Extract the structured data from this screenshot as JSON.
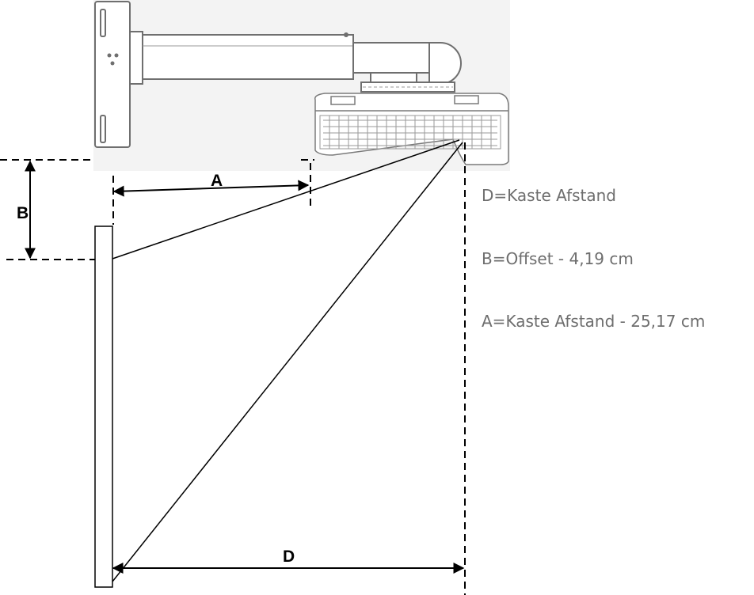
{
  "labels": {
    "a": "A",
    "b": "B",
    "d": "D"
  },
  "legend": {
    "d": "D=Kaste Afstand",
    "b": "B=Offset - 4,19 cm",
    "a": "A=Kaste Afstand - 25,17 cm"
  },
  "colors": {
    "line": "#000000",
    "legend_text": "#6e6e6e",
    "mount_bg": "#f2f2f2",
    "device_stroke": "#7a7a7a"
  }
}
